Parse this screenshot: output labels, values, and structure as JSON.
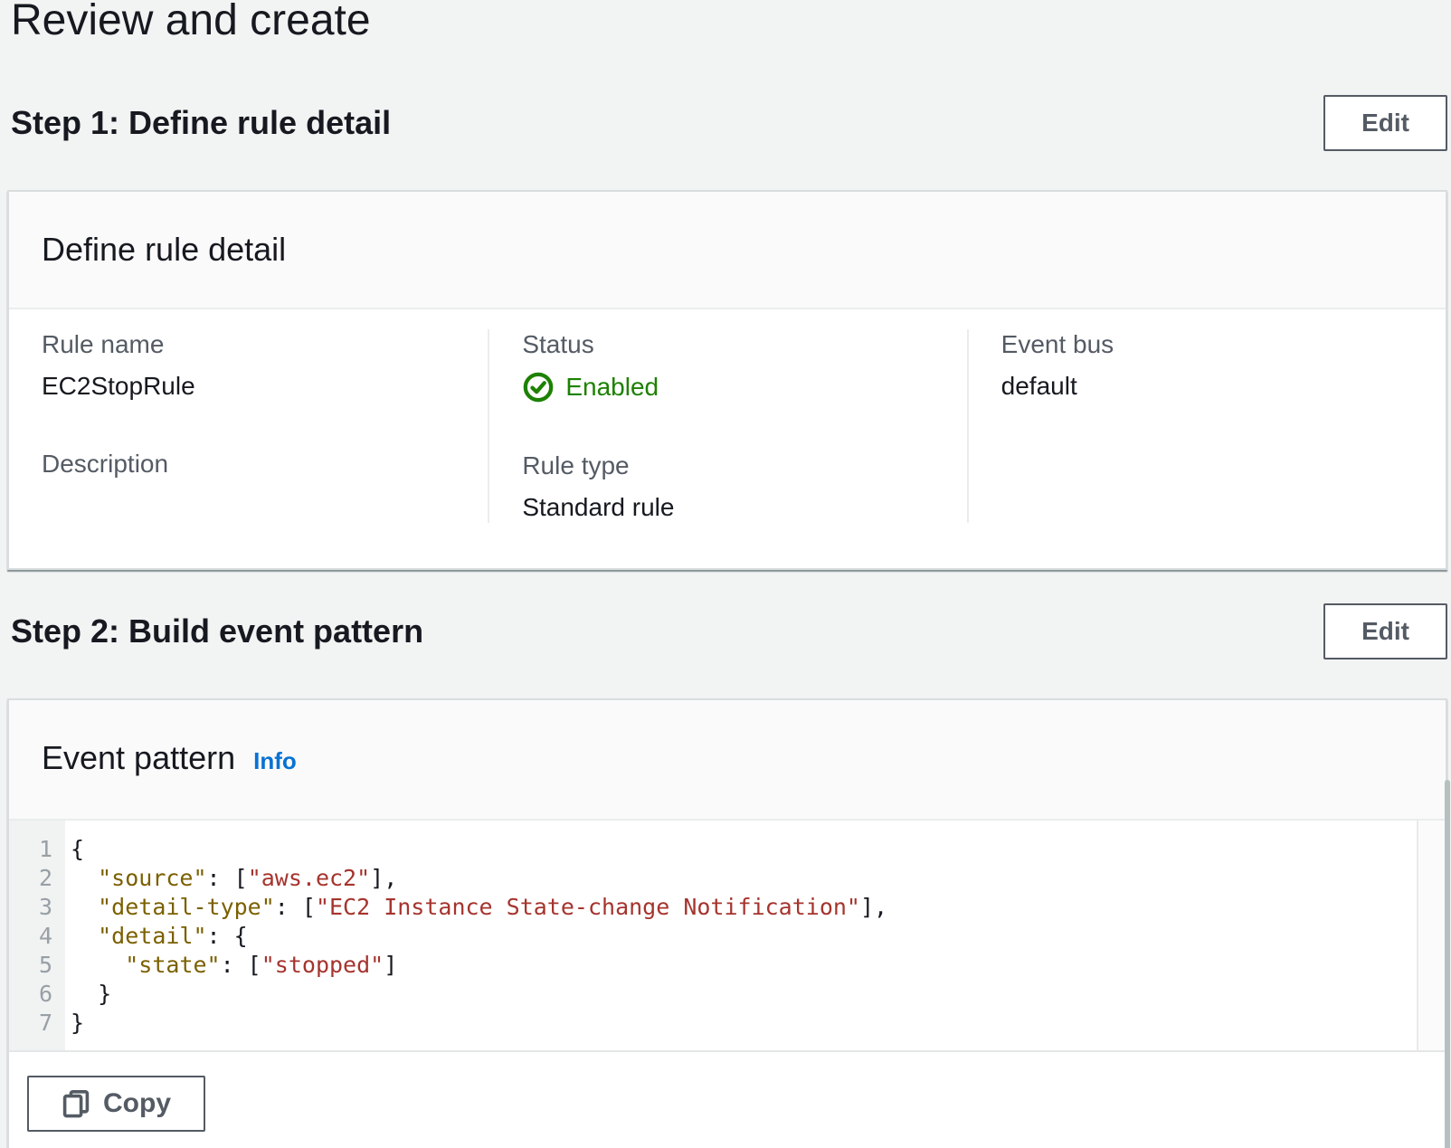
{
  "page": {
    "title": "Review and create"
  },
  "steps": [
    {
      "heading": "Step 1: Define rule detail",
      "edit_label": "Edit"
    },
    {
      "heading": "Step 2: Build event pattern",
      "edit_label": "Edit"
    }
  ],
  "rule_detail_card": {
    "title": "Define rule detail",
    "columns": [
      {
        "fields": [
          {
            "label": "Rule name",
            "value": "EC2StopRule"
          },
          {
            "label": "Description",
            "value": ""
          }
        ]
      },
      {
        "fields": [
          {
            "label": "Status",
            "value": "Enabled"
          },
          {
            "label": "Rule type",
            "value": "Standard rule"
          }
        ]
      },
      {
        "fields": [
          {
            "label": "Event bus",
            "value": "default"
          }
        ]
      }
    ]
  },
  "event_pattern_card": {
    "title": "Event pattern",
    "info_label": "Info",
    "copy_label": "Copy",
    "code": {
      "lines": [
        [
          {
            "t": "punct",
            "v": "{"
          }
        ],
        [
          {
            "t": "punct",
            "v": "  "
          },
          {
            "t": "key",
            "v": "\"source\""
          },
          {
            "t": "punct",
            "v": ": ["
          },
          {
            "t": "str",
            "v": "\"aws.ec2\""
          },
          {
            "t": "punct",
            "v": "],"
          }
        ],
        [
          {
            "t": "punct",
            "v": "  "
          },
          {
            "t": "key",
            "v": "\"detail-type\""
          },
          {
            "t": "punct",
            "v": ": ["
          },
          {
            "t": "str",
            "v": "\"EC2 Instance State-change Notification\""
          },
          {
            "t": "punct",
            "v": "],"
          }
        ],
        [
          {
            "t": "punct",
            "v": "  "
          },
          {
            "t": "key",
            "v": "\"detail\""
          },
          {
            "t": "punct",
            "v": ": {"
          }
        ],
        [
          {
            "t": "punct",
            "v": "    "
          },
          {
            "t": "key",
            "v": "\"state\""
          },
          {
            "t": "punct",
            "v": ": ["
          },
          {
            "t": "str",
            "v": "\"stopped\""
          },
          {
            "t": "punct",
            "v": "]"
          }
        ],
        [
          {
            "t": "punct",
            "v": "  }"
          }
        ],
        [
          {
            "t": "punct",
            "v": "}"
          }
        ]
      ]
    }
  },
  "colors": {
    "page_background": "#f2f3f3",
    "heading_text": "#16191f",
    "label_text": "#545b64",
    "status_enabled_green": "#1d8102",
    "info_link_blue": "#0972d3",
    "button_border": "#545b64",
    "json_key": "#7b6000",
    "json_string": "#a5342e",
    "line_number": "#98a0a6"
  }
}
